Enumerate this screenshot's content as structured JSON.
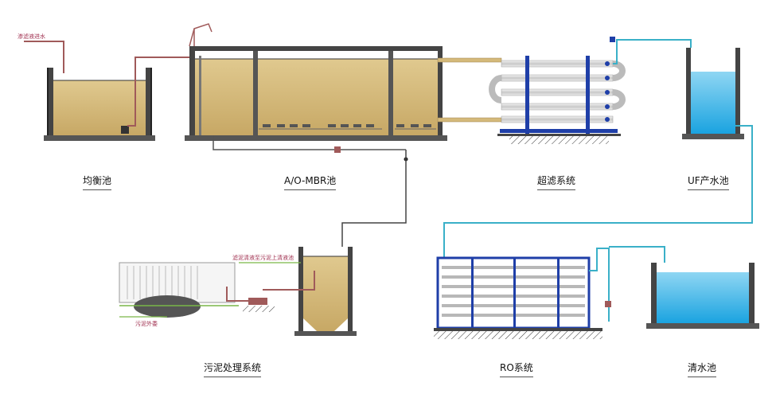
{
  "title": "",
  "labels": {
    "equalization_tank": "均衡池",
    "ao_mbr_tank": "A/O-MBR池",
    "uf_system": "超滤系统",
    "uf_water_tank": "UF产水池",
    "sludge_system": "污泥处理系统",
    "ro_system": "RO系统",
    "clean_water_tank": "清水池"
  },
  "notes": {
    "leachate_inlet": "渗滤液进水",
    "filtrate_return": "滤泥清液至污泥上清液池",
    "sludge_out": "污泥外委"
  },
  "colors": {
    "sludge_liquid": "#d4b97a",
    "clean_water": "#3fb6e8",
    "pipe_red": "#a05a5a",
    "pipe_cyan": "#3ab0c8",
    "frame_blue": "#1f3fa8",
    "ground": "#3a3a3a"
  }
}
